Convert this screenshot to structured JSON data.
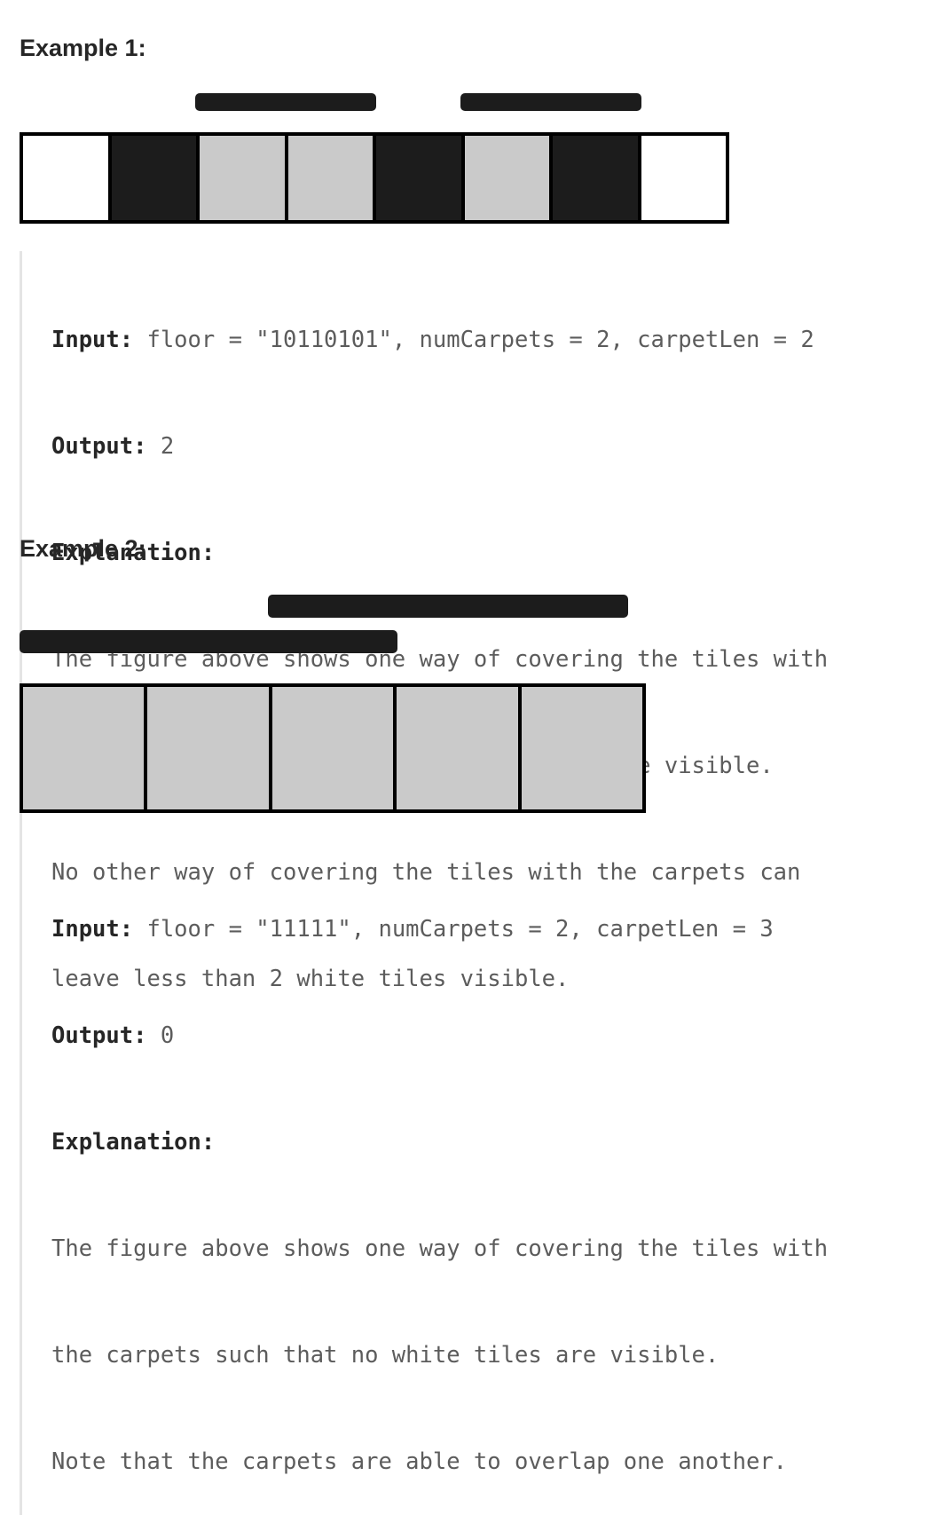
{
  "example1": {
    "heading": "Example 1:",
    "floor_tiles": [
      "white",
      "black",
      "gray",
      "gray",
      "black",
      "gray",
      "black",
      "white"
    ],
    "input_label": "Input:",
    "input_value": " floor = \"10110101\", numCarpets = 2, carpetLen = 2",
    "output_label": "Output:",
    "output_value": " 2",
    "explanation_label": "Explanation:",
    "explanation_lines": [
      "The figure above shows one way of covering the tiles with",
      "the carpets such that only 2 white tiles are visible.",
      "No other way of covering the tiles with the carpets can",
      "leave less than 2 white tiles visible."
    ]
  },
  "example2": {
    "heading": "Example 2:",
    "floor_tiles": [
      "gray",
      "gray",
      "gray",
      "gray",
      "gray"
    ],
    "input_label": "Input:",
    "input_value": " floor = \"11111\", numCarpets = 2, carpetLen = 3",
    "output_label": "Output:",
    "output_value": " 0",
    "explanation_label": "Explanation:",
    "explanation_lines": [
      "The figure above shows one way of covering the tiles with",
      "the carpets such that no white tiles are visible.",
      "Note that the carpets are able to overlap one another."
    ]
  },
  "colors": {
    "tile_white": "#ffffff",
    "tile_black": "#1c1c1c",
    "tile_gray": "#cacaca",
    "carpet": "#1c1c1c",
    "border": "#000000"
  }
}
